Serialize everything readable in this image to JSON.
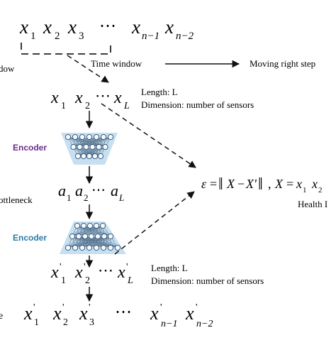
{
  "top_sequence": {
    "x1": "x",
    "x2": "x",
    "x3": "x",
    "dots": "⋯",
    "xn1": "x",
    "xn2": "x",
    "sub1": "1",
    "sub2": "2",
    "sub3": "3",
    "subn1": "n−1",
    "subn2": "n−2"
  },
  "window_labels": {
    "left_partial": "dow",
    "time_window": "Time window",
    "moving": "Moving right step"
  },
  "input_window": {
    "x": "x",
    "sub1": "1",
    "sub2": "2",
    "subL": "L",
    "dots": "⋯",
    "length": "Length: L",
    "dimension": "Dimension: number of sensors"
  },
  "encoder_top": {
    "label": "Encoder",
    "color": "#6a2a8c"
  },
  "bottleneck": {
    "label_partial": "ottleneck",
    "a": "a",
    "sub1": "1",
    "sub2": "2",
    "subL": "L",
    "dots": "⋯"
  },
  "encoder_bottom": {
    "label": "Encoder",
    "color": "#2c7aa8"
  },
  "output_window": {
    "x": "x",
    "prime": "'",
    "sub1": "1",
    "sub2": "2",
    "subL": "L",
    "dots": "⋯",
    "length": "Length: L",
    "dimension": "Dimension: number of sensors"
  },
  "bottom_sequence": {
    "left_partial": "e",
    "x": "x",
    "prime": "'",
    "sub1": "1",
    "sub2": "2",
    "sub3": "3",
    "subn1": "n−1",
    "subn2": "n−2",
    "dots": "⋯"
  },
  "equation": {
    "eps": "ε",
    "eq": "=",
    "bars_open": "‖",
    "X": "X",
    "minus": "−",
    "Xp": "X'",
    "bars_close": "‖",
    "comma": ",",
    "X2": "X",
    "eq2": "=",
    "x": "x",
    "sub1": "1",
    "sub2": "2"
  },
  "health_label": "Health I",
  "colors": {
    "encoder_fill": "#bcd9ee",
    "node_fill": "#f4f9fd",
    "node_stroke": "#2a4a6a"
  }
}
